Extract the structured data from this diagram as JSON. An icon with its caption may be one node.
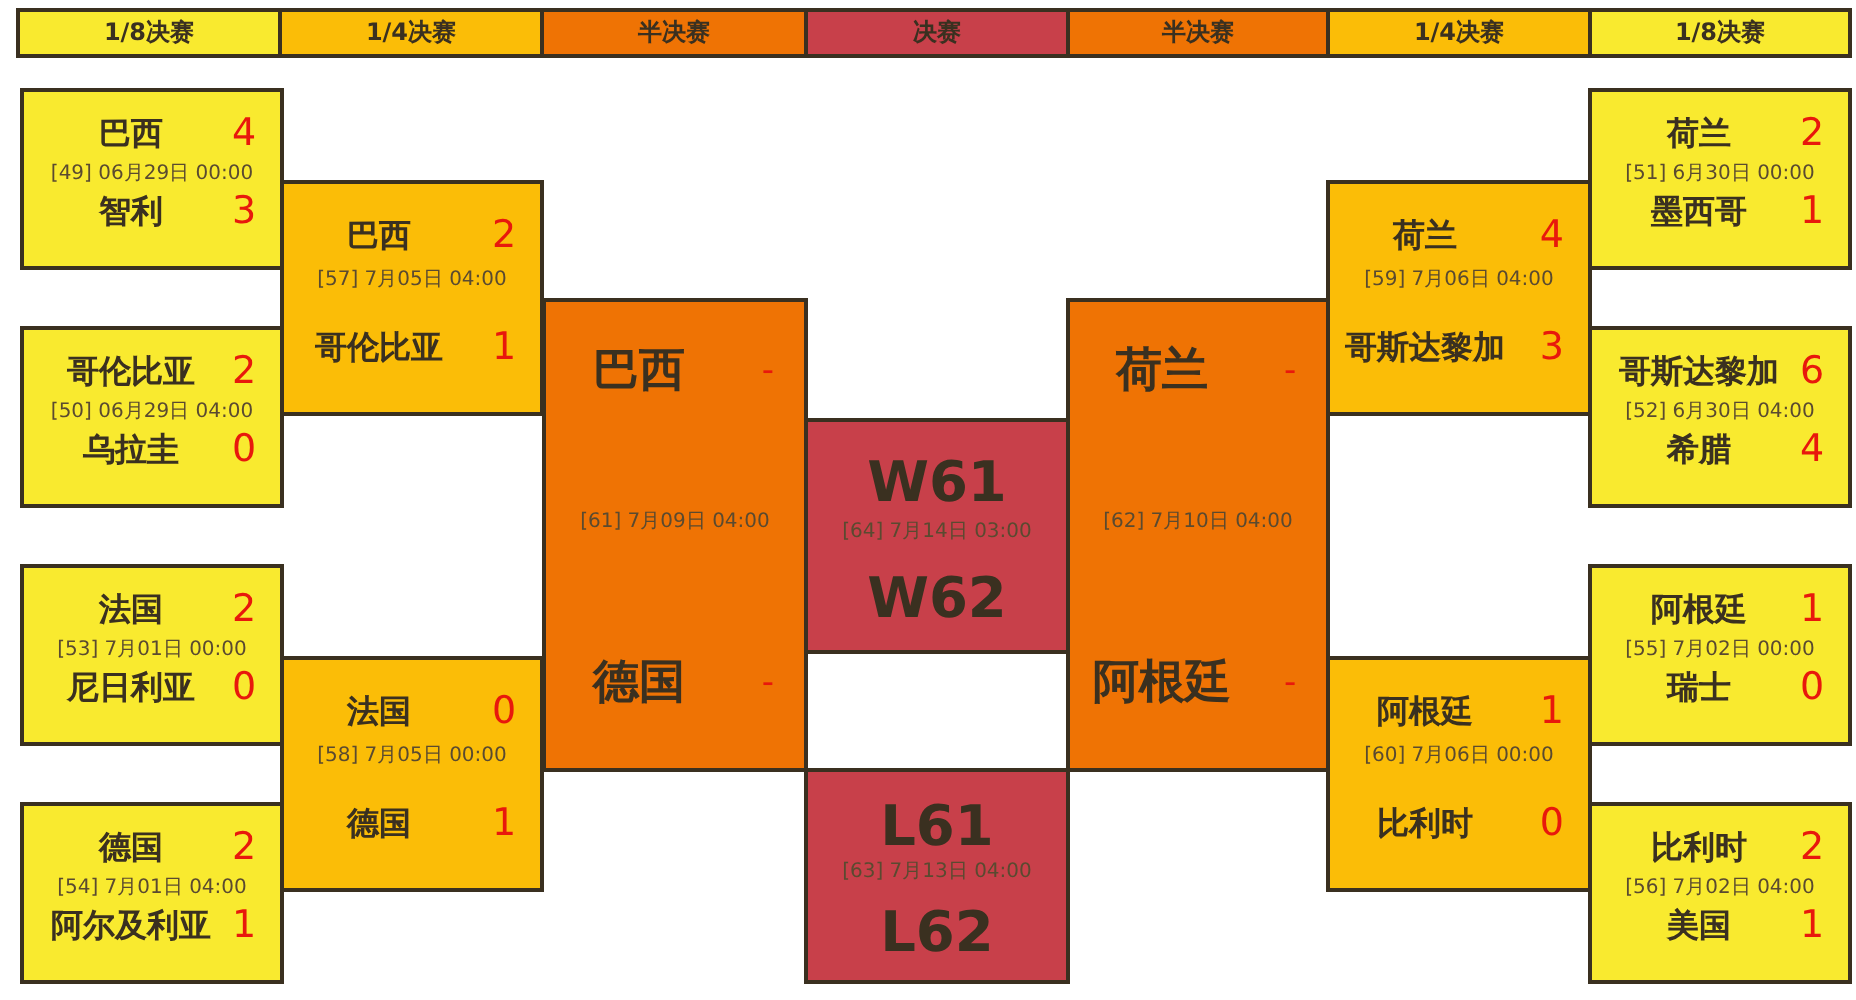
{
  "diagram": {
    "nodes": [
      {
        "text": [
          "1/8决赛"
        ]
      },
      {
        "text": [
          "1/4决赛"
        ]
      },
      {
        "text": [
          "半决赛"
        ]
      },
      {
        "text": [
          "决赛"
        ]
      },
      {
        "text": [
          "半决赛"
        ]
      },
      {
        "text": [
          "1/4决赛"
        ]
      },
      {
        "text": [
          "1/8决赛"
        ]
      },
      {
        "text": [
          "巴西",
          "4",
          "[49] 06月29日 00:00",
          "智利",
          "3"
        ]
      },
      {
        "text": [
          "哥伦比亚",
          "2",
          "[50] 06月29日 04:00",
          "乌拉圭",
          "0"
        ]
      },
      {
        "text": [
          "法国",
          "2",
          "[53] 7月01日 00:00",
          "尼日利亚",
          "0"
        ]
      },
      {
        "text": [
          "德国",
          "2",
          "[54] 7月01日 04:00",
          "阿尔及利亚",
          "1"
        ]
      },
      {
        "text": [
          "巴西",
          "2",
          "[57] 7月05日 04:00",
          "哥伦比亚",
          "1"
        ]
      },
      {
        "text": [
          "法国",
          "0",
          "[58] 7月05日 00:00",
          "德国",
          "1"
        ]
      },
      {
        "text": [
          "巴西",
          "-",
          "[61] 7月09日 04:00",
          "德国",
          "-"
        ]
      },
      {
        "text": [
          "W61",
          "[64] 7月14日 03:00",
          "W62"
        ]
      },
      {
        "text": [
          "L61",
          "[63] 7月13日 04:00",
          "L62"
        ]
      },
      {
        "text": [
          "荷兰",
          "-",
          "[62] 7月10日 04:00",
          "阿根廷",
          "-"
        ]
      },
      {
        "text": [
          "荷兰",
          "4",
          "[59] 7月06日 04:00",
          "哥斯达黎加",
          "3"
        ]
      },
      {
        "text": [
          "阿根廷",
          "1",
          "[60] 7月06日 00:00",
          "比利时",
          "0"
        ]
      },
      {
        "text": [
          "荷兰",
          "2",
          "[51] 6月30日 00:00",
          "墨西哥",
          "1"
        ]
      },
      {
        "text": [
          "哥斯达黎加",
          "6",
          "[52] 6月30日 04:00",
          "希腊",
          "4"
        ]
      },
      {
        "text": [
          "阿根廷",
          "1",
          "[55] 7月02日 00:00",
          "瑞士",
          "0"
        ]
      },
      {
        "text": [
          "比利时",
          "2",
          "[56] 7月02日 04:00",
          "美国",
          "1"
        ]
      }
    ]
  }
}
